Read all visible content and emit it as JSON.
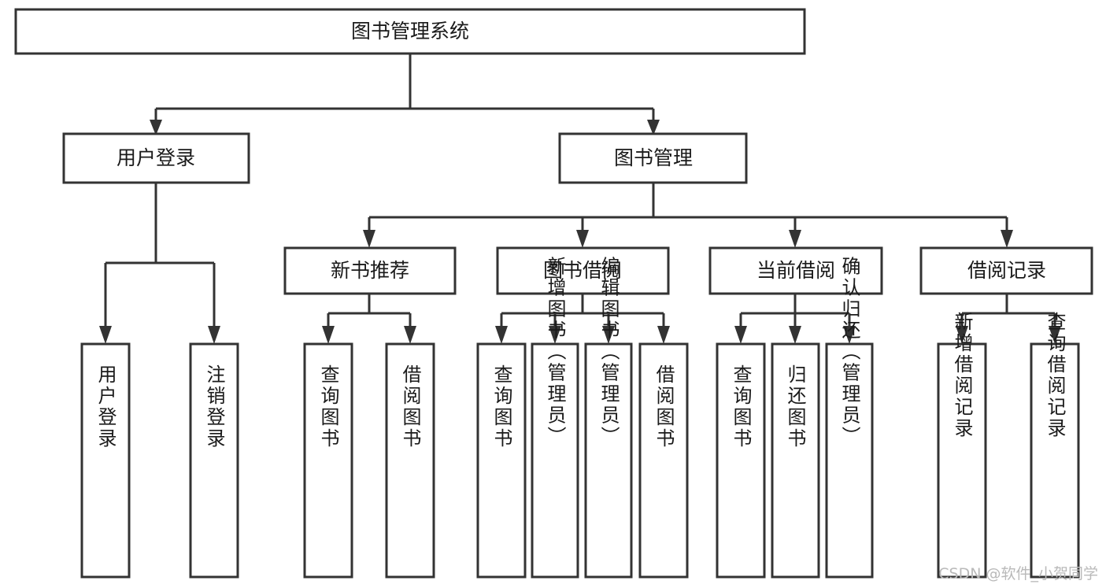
{
  "diagram": {
    "type": "tree-hierarchy-flowchart",
    "title": "图书管理系统",
    "watermark": "CSDN @软件_小贺同学",
    "colors": {
      "box_fill": "#ffffff",
      "box_stroke": "#333333",
      "text": "#1a1a1a",
      "watermark": "#b9b9b9",
      "background": "#ffffff"
    },
    "levels": {
      "level1": {
        "count": 1
      },
      "level2": {
        "count": 2
      },
      "level3": {
        "count": 4
      },
      "level4": {
        "count": 13
      }
    },
    "nodes": {
      "root": {
        "id": "root",
        "label": "图书管理系统",
        "orientation": "horizontal"
      },
      "level2": [
        {
          "id": "user-login",
          "label": "用户登录",
          "orientation": "horizontal"
        },
        {
          "id": "book-manage",
          "label": "图书管理",
          "orientation": "horizontal"
        }
      ],
      "level3": [
        {
          "id": "new-book-rec",
          "label": "新书推荐",
          "orientation": "horizontal",
          "parent": "book-manage"
        },
        {
          "id": "book-borrow",
          "label": "图书借阅",
          "orientation": "horizontal",
          "parent": "book-manage"
        },
        {
          "id": "current-borrow",
          "label": "当前借阅",
          "orientation": "horizontal",
          "parent": "book-manage"
        },
        {
          "id": "borrow-record",
          "label": "借阅记录",
          "orientation": "horizontal",
          "parent": "book-manage"
        }
      ],
      "leaves": [
        {
          "id": "leaf-user-login",
          "label": "用户登录",
          "orientation": "vertical",
          "parent": "user-login"
        },
        {
          "id": "leaf-logout",
          "label": "注销登录",
          "orientation": "vertical",
          "parent": "user-login"
        },
        {
          "id": "leaf-query-book-1",
          "label": "查询图书",
          "orientation": "vertical",
          "parent": "new-book-rec"
        },
        {
          "id": "leaf-borrow-book-1",
          "label": "借阅图书",
          "orientation": "vertical",
          "parent": "new-book-rec"
        },
        {
          "id": "leaf-query-book-2",
          "label": "查询图书",
          "orientation": "vertical",
          "parent": "book-borrow"
        },
        {
          "id": "leaf-add-book",
          "label": "新增图书（管理员）",
          "orientation": "vertical",
          "parent": "book-borrow"
        },
        {
          "id": "leaf-edit-book",
          "label": "编辑图书（管理员）",
          "orientation": "vertical",
          "parent": "book-borrow"
        },
        {
          "id": "leaf-borrow-book-2",
          "label": "借阅图书",
          "orientation": "vertical",
          "parent": "book-borrow"
        },
        {
          "id": "leaf-query-book-3",
          "label": "查询图书",
          "orientation": "vertical",
          "parent": "current-borrow"
        },
        {
          "id": "leaf-return-book",
          "label": "归还图书",
          "orientation": "vertical",
          "parent": "current-borrow"
        },
        {
          "id": "leaf-confirm-return",
          "label": "确认归还（管理员）",
          "orientation": "vertical",
          "parent": "current-borrow"
        },
        {
          "id": "leaf-add-record",
          "label": "新增借阅记录",
          "orientation": "vertical",
          "parent": "borrow-record"
        },
        {
          "id": "leaf-query-record",
          "label": "查询借阅记录",
          "orientation": "vertical",
          "parent": "borrow-record"
        }
      ]
    }
  }
}
